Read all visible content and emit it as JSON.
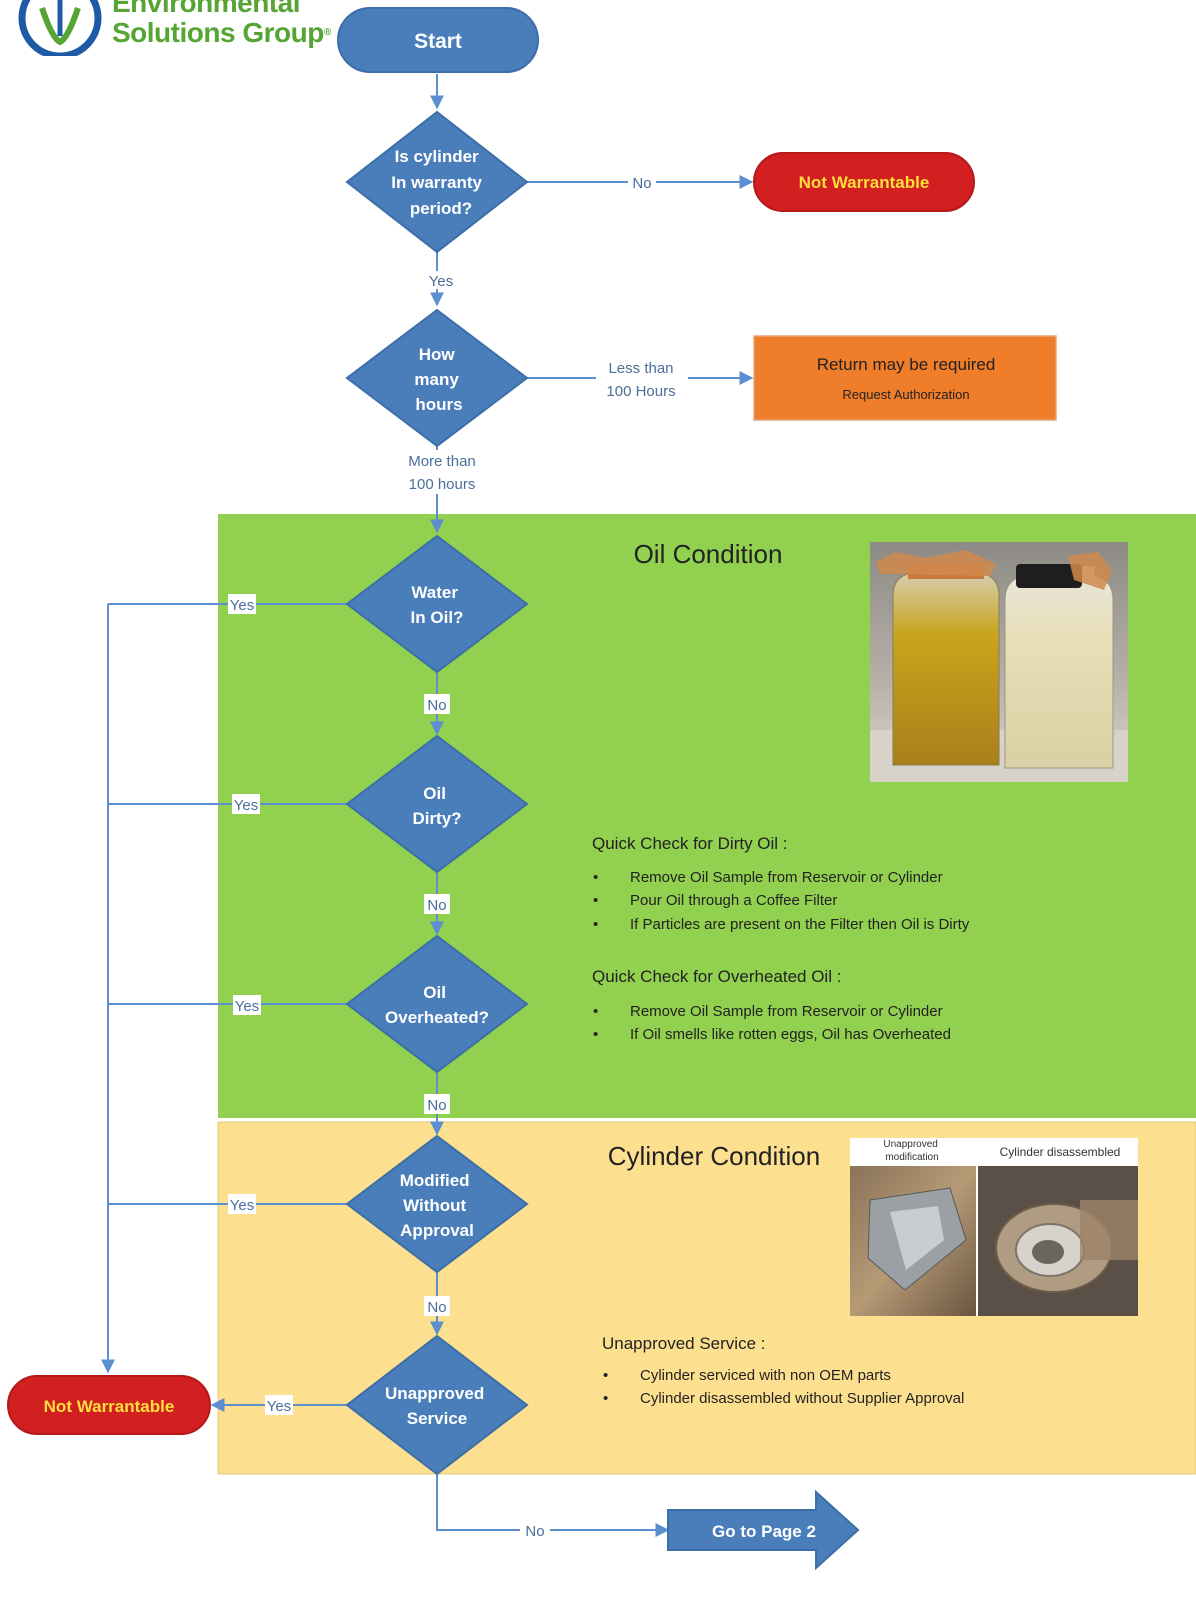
{
  "brand": {
    "name_line1": "Environmental",
    "name_line2": "Solutions Group",
    "registered_mark": "®",
    "color": "#55a434",
    "logo_ring_color": "#1f5aa6"
  },
  "colors": {
    "node_blue": "#4a7ebb",
    "node_blue_stroke": "#3c6ea8",
    "connector": "#5b8fd0",
    "terminal_red": "#d21f1f",
    "terminal_red_text": "#ffdf3b",
    "return_orange": "#f07d2a",
    "oil_panel": "#92d050",
    "cylinder_panel": "#fde08f",
    "white": "#ffffff",
    "text_dark": "#222222",
    "label_blue": "#4a6f9b"
  },
  "nodes": {
    "start": "Start",
    "warranty_q": [
      "Is cylinder",
      "In warranty",
      "period?"
    ],
    "not_warrantable_top": "Not Warrantable",
    "hours_q": [
      "How",
      "many",
      "hours"
    ],
    "return_box": {
      "title": "Return may be required",
      "sub": "Request Authorization"
    },
    "water_q": [
      "Water",
      "In Oil?"
    ],
    "dirty_q": [
      "Oil",
      "Dirty?"
    ],
    "overheated_q": [
      "Oil",
      "Overheated?"
    ],
    "modified_q": [
      "Modified",
      "Without",
      "Approval"
    ],
    "unapproved_q": [
      "Unapproved",
      "Service"
    ],
    "not_warrantable_bottom": "Not Warrantable",
    "go_to_page": "Go to Page 2"
  },
  "edge_labels": {
    "no": "No",
    "yes": "Yes",
    "less_than_100": [
      "Less than",
      "100 Hours"
    ],
    "more_than_100": [
      "More than",
      "100 hours"
    ]
  },
  "oil_panel": {
    "title": "Oil Condition",
    "dirty_heading": "Quick Check for Dirty Oil :",
    "dirty_items": [
      "Remove Oil Sample from Reservoir or Cylinder",
      "Pour Oil through a Coffee Filter",
      "If Particles are present on the Filter then Oil is Dirty"
    ],
    "overheat_heading": "Quick Check for Overheated Oil :",
    "overheat_items": [
      "Remove Oil Sample from Reservoir or Cylinder",
      "If Oil smells like rotten eggs, Oil has Overheated"
    ]
  },
  "cylinder_panel": {
    "title": "Cylinder Condition",
    "photo_label_left": [
      "Unapproved",
      "modification"
    ],
    "photo_label_right": "Cylinder disassembled",
    "service_heading": "Unapproved Service :",
    "service_items": [
      "Cylinder serviced with non OEM parts",
      "Cylinder disassembled without Supplier Approval"
    ]
  }
}
